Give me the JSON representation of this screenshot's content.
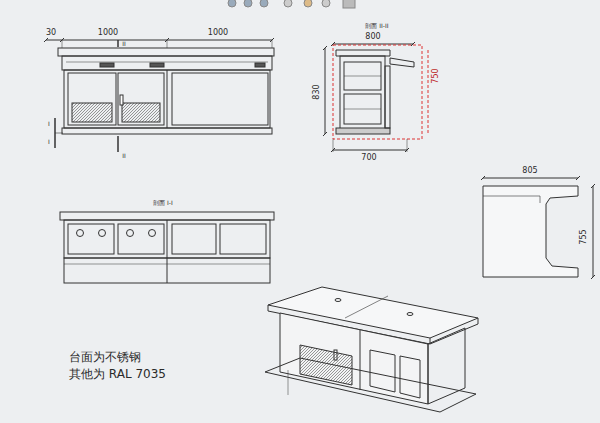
{
  "diagram": {
    "labels": [
      "30",
      "1000",
      "1000",
      "II",
      "II",
      "I",
      "I",
      "剖面 II-II",
      "800",
      "750",
      "830",
      "700",
      "剖面 I-I",
      "805",
      "755",
      "台面为不锈钢",
      "其他为 RAL 7035"
    ]
  }
}
